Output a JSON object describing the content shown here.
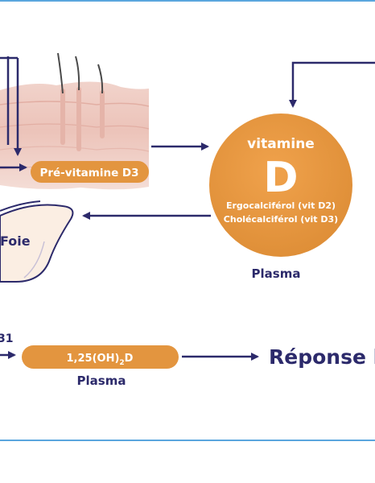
{
  "labels": {
    "previtamin": "Pré-vitamine D3",
    "vitamine_word": "vitamine",
    "vitamine_letter": "D",
    "ergo": "Ergocalciférol (vit D2)",
    "chole": "Cholécalciférol (vit D3)",
    "plasma_top": "Plasma",
    "foie": "Foie",
    "fragment_31": "31",
    "calcitriol_main": "1,25(OH)",
    "calcitriol_sub": "2",
    "calcitriol_tail": "D",
    "plasma_bottom": "Plasma",
    "reponse": "Réponse b"
  },
  "colors": {
    "navy": "#2c2a6b",
    "orange": "#e3953f",
    "frame_blue": "#5aa6de",
    "skin_pink": "#ecc5bd",
    "liver_fill": "#fbeee3"
  }
}
